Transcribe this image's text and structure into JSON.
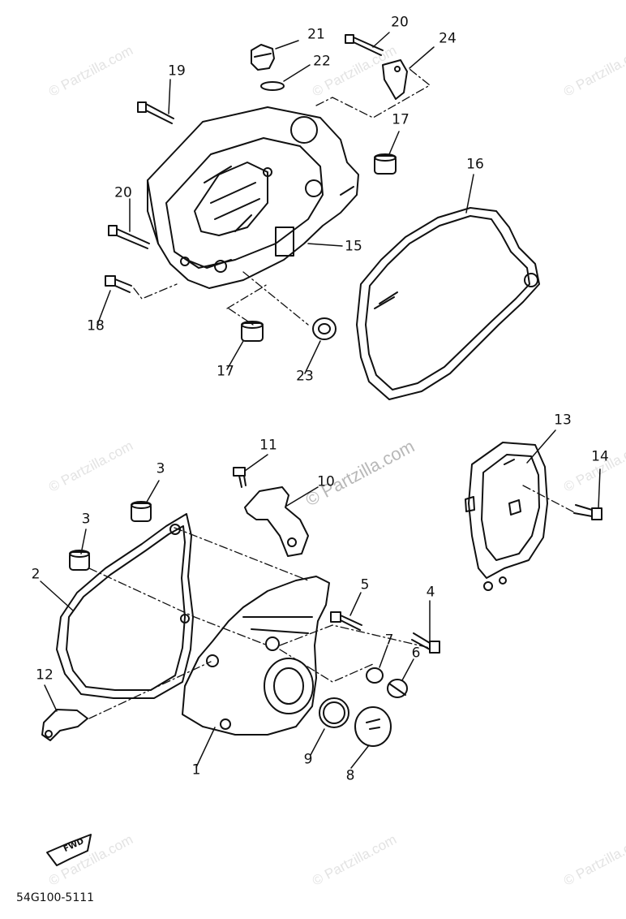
{
  "watermark": "© Partzilla.com",
  "diagram_code": "54G100-5111",
  "fwd_label": "FWD",
  "callouts": [
    {
      "id": "c21",
      "text": "21"
    },
    {
      "id": "c20a",
      "text": "20"
    },
    {
      "id": "c24",
      "text": "24"
    },
    {
      "id": "c22",
      "text": "22"
    },
    {
      "id": "c19",
      "text": "19"
    },
    {
      "id": "c17a",
      "text": "17"
    },
    {
      "id": "c16",
      "text": "16"
    },
    {
      "id": "c20b",
      "text": "20"
    },
    {
      "id": "c15",
      "text": "15"
    },
    {
      "id": "c18",
      "text": "18"
    },
    {
      "id": "c17b",
      "text": "17"
    },
    {
      "id": "c23",
      "text": "23"
    },
    {
      "id": "c11",
      "text": "11"
    },
    {
      "id": "c13",
      "text": "13"
    },
    {
      "id": "c3a",
      "text": "3"
    },
    {
      "id": "c14",
      "text": "14"
    },
    {
      "id": "c10",
      "text": "10"
    },
    {
      "id": "c3b",
      "text": "3"
    },
    {
      "id": "c2",
      "text": "2"
    },
    {
      "id": "c5",
      "text": "5"
    },
    {
      "id": "c4",
      "text": "4"
    },
    {
      "id": "c7",
      "text": "7"
    },
    {
      "id": "c6",
      "text": "6"
    },
    {
      "id": "c12",
      "text": "12"
    },
    {
      "id": "c9",
      "text": "9"
    },
    {
      "id": "c1",
      "text": "1"
    },
    {
      "id": "c8",
      "text": "8"
    }
  ]
}
